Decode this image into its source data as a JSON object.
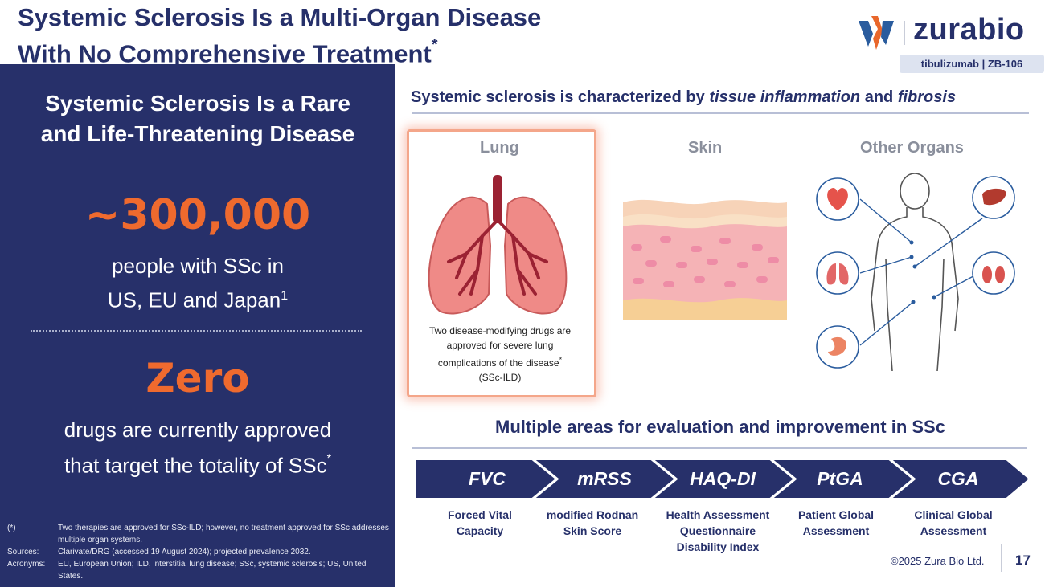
{
  "header": {
    "title_line1": "Systemic Sclerosis Is a Multi-Organ Disease",
    "title_line2": "With No Comprehensive Treatment",
    "title_mark": "*",
    "logo_text": "zurabio",
    "tag": "tibulizumab  |  ZB-106"
  },
  "left_panel": {
    "heading_line1": "Systemic Sclerosis Is a Rare",
    "heading_line2": "and Life-Threatening Disease",
    "stat1": "~300,000",
    "stat1_line1": "people with SSc in",
    "stat1_line2": "US, EU and Japan",
    "stat1_ref": "1",
    "stat2": "Zero",
    "stat2_line1": "drugs are currently approved",
    "stat2_line2": "that target the totality of SSc",
    "stat2_mark": "*",
    "notes": [
      {
        "key": "(*)",
        "text": "Two therapies are approved for SSc-ILD; however, no treatment approved for SSc addresses multiple organ systems."
      },
      {
        "key": "Sources:",
        "text": "Clarivate/DRG (accessed 19 August 2024); projected prevalence 2032."
      },
      {
        "key": "Acronyms:",
        "text": "EU, European Union; ILD, interstitial lung disease; SSc, systemic sclerosis; US, United States."
      }
    ]
  },
  "organs": {
    "heading_pre": "Systemic sclerosis is characterized by ",
    "heading_em1": "tissue inflammation",
    "heading_mid": " and ",
    "heading_em2": "fibrosis",
    "lung_label": "Lung",
    "skin_label": "Skin",
    "other_label": "Other Organs",
    "lung_note_line1": "Two disease-modifying drugs are",
    "lung_note_line2": "approved for severe lung",
    "lung_note_line3": "complications of the disease",
    "lung_note_mark": "*",
    "lung_note_line4": "(SSc-ILD)"
  },
  "evaluation": {
    "heading": "Multiple areas for evaluation and improvement in SSc",
    "steps": [
      {
        "abbr": "FVC",
        "line1": "Forced Vital",
        "line2": "Capacity",
        "line3": ""
      },
      {
        "abbr": "mRSS",
        "line1": "modified Rodnan",
        "line2": "Skin Score",
        "line3": ""
      },
      {
        "abbr": "HAQ-DI",
        "line1": "Health Assessment",
        "line2": "Questionnaire",
        "line3": "Disability Index"
      },
      {
        "abbr": "PtGA",
        "line1": "Patient Global",
        "line2": "Assessment",
        "line3": ""
      },
      {
        "abbr": "CGA",
        "line1": "Clinical Global",
        "line2": "Assessment",
        "line3": ""
      }
    ]
  },
  "footer": {
    "copyright": "©2025 Zura Bio Ltd.",
    "page": "17"
  },
  "colors": {
    "navy": "#27306a",
    "orange": "#ef6a2e",
    "lung_pink": "#ef8a87",
    "skin_pink": "#f5b3b6"
  }
}
